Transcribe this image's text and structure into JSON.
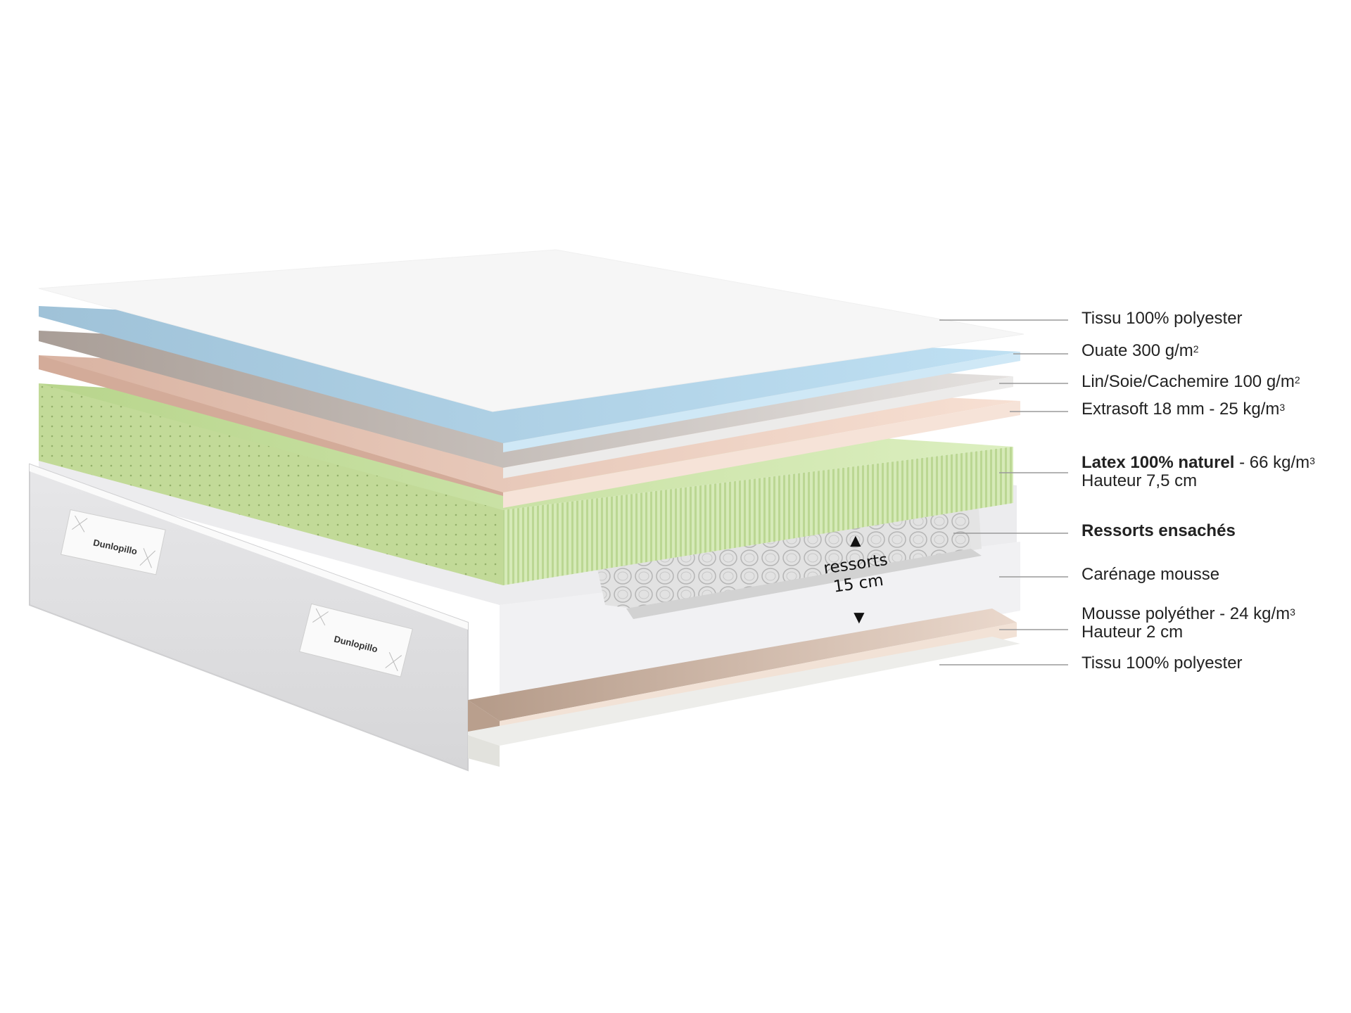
{
  "layers": [
    {
      "id": "tissu-top",
      "text_main": "Tissu 100% polyester",
      "bold": false,
      "color": "#f6f6f6"
    },
    {
      "id": "ouate",
      "text_main": "Ouate 300 g/m",
      "sup": "2",
      "bold": false,
      "color": "#a9cbe0"
    },
    {
      "id": "lin",
      "text_main": "Lin/Soie/Cachemire 100 g/m",
      "sup": "2",
      "bold": false,
      "color": "#cfc7c3"
    },
    {
      "id": "extrasoft",
      "text_main": "Extrasoft 18 mm - 25 kg/m",
      "sup": "3",
      "bold": false,
      "color": "#efd0bf"
    },
    {
      "id": "latex",
      "text_bold": "Latex 100% naturel",
      "text_main": " - 66 kg/m",
      "sup": "3",
      "sub": "Hauteur 7,5 cm",
      "color": "#c4dc9c"
    },
    {
      "id": "ressorts",
      "text_bold": "Ressorts ensachés",
      "color": "#dcdcdc"
    },
    {
      "id": "carenage",
      "text_main": "Carénage mousse",
      "color": "#f1f1f3"
    },
    {
      "id": "polyether",
      "text_main": "Mousse polyéther - 24 kg/m",
      "sup": "3",
      "sub": "Hauteur 2 cm",
      "color": "#ddc7b8"
    },
    {
      "id": "tissu-bottom",
      "text_main": "Tissu 100% polyester",
      "color": "#ebebe7"
    }
  ],
  "springs_note": {
    "line1": "ressorts",
    "line2": "15 cm",
    "arrow_up": "▲",
    "arrow_down": "▼"
  },
  "brand": "Dunlopillo"
}
